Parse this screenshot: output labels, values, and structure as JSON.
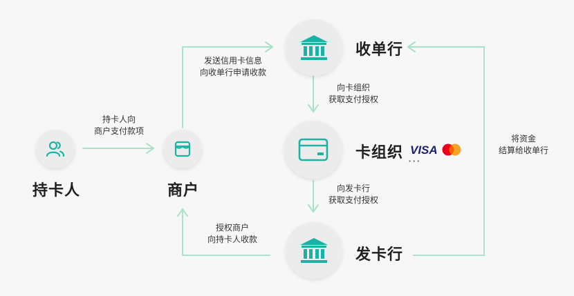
{
  "nodes": {
    "cardholder": {
      "label": "持卡人",
      "icon": "users-icon"
    },
    "merchant": {
      "label": "商户",
      "icon": "store-icon"
    },
    "acquirer": {
      "label": "收单行",
      "icon": "bank-icon"
    },
    "card_network": {
      "label": "卡组织",
      "icon": "credit-card-icon",
      "brands": {
        "visa": "VISA",
        "mastercard": "mastercard-logo",
        "more": "···"
      }
    },
    "issuer": {
      "label": "发卡行",
      "icon": "bank-icon"
    }
  },
  "edges": {
    "cardholder_to_merchant": {
      "line1": "持卡人向",
      "line2": "商户支付款项"
    },
    "merchant_to_acquirer": {
      "line1": "发送信用卡信息",
      "line2": "向收单行申请收款"
    },
    "acquirer_to_network": {
      "line1": "向卡组织",
      "line2": "获取支付授权"
    },
    "network_to_issuer": {
      "line1": "向发卡行",
      "line2": "获取支付授权"
    },
    "issuer_to_merchant": {
      "line1": "授权商户",
      "line2": "向持卡人收款"
    },
    "issuer_to_acquirer": {
      "line1": "将资金",
      "line2": "结算给收单行"
    }
  },
  "colors": {
    "accent": "#1bb3a6",
    "arrow": "#a8e2c8",
    "circle_bg": "#ececec",
    "background": "#f7f7f7",
    "visa_blue": "#1a1f71",
    "mc_red": "#eb001b",
    "mc_orange": "#f79e1b"
  }
}
